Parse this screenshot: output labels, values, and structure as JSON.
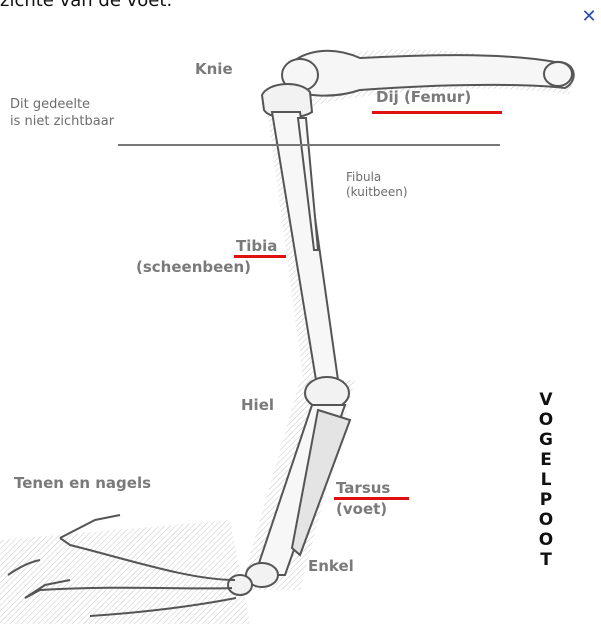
{
  "caption": "zichte van de voet.",
  "close_icon": "close-icon",
  "labels": {
    "knie": "Knie",
    "dit_gedeelte_1": "Dit gedeelte",
    "dit_gedeelte_2": "is niet zichtbaar",
    "dij": "Dij (Femur)",
    "fibula_1": "Fibula",
    "fibula_2": "(kuitbeen)",
    "tibia": "Tibia",
    "scheenbeen": "(scheenbeen)",
    "hiel": "Hiel",
    "tenen": "Tenen en nagels",
    "tarsus": "Tarsus",
    "voet": "(voet)",
    "enkel": "Enkel"
  },
  "vertical_title": [
    "V",
    "O",
    "G",
    "E",
    "L",
    "P",
    "O",
    "O",
    "T"
  ],
  "colors": {
    "label_gray": "#7a7a7a",
    "underline_red": "#e01010",
    "close_blue": "#2a4fb0",
    "bone_gray": "#555555"
  }
}
